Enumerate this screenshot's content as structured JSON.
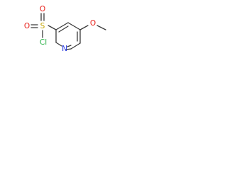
{
  "molecule": {
    "atoms": {
      "o1": {
        "label": "O",
        "color": "#e8201a"
      },
      "o2": {
        "label": "O",
        "color": "#e8201a"
      },
      "s": {
        "label": "S",
        "color": "#c4a400"
      },
      "cl": {
        "label": "Cl",
        "color": "#2db34a"
      },
      "n": {
        "label": "N",
        "color": "#2436e0"
      },
      "o3": {
        "label": "O",
        "color": "#e8201a"
      }
    },
    "bond_color": "#3a3a3a"
  }
}
